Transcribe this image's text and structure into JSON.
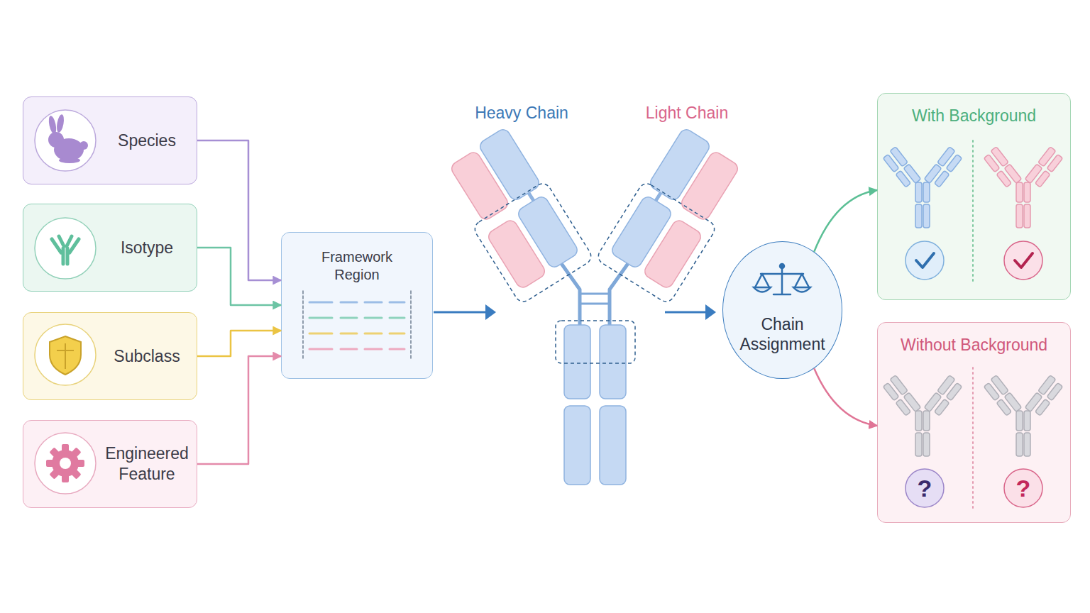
{
  "diagram": {
    "nodes": [
      {
        "text": [
          "Species"
        ]
      },
      {
        "text": [
          "Isotype"
        ]
      },
      {
        "text": [
          "Subclass"
        ]
      },
      {
        "text": [
          "Engineered Feature"
        ]
      },
      {
        "text": [
          "Framework Region"
        ]
      },
      {
        "text": [
          "Chain Assignment"
        ]
      },
      {
        "text": [
          "With Background"
        ]
      },
      {
        "text": [
          "Without Background"
        ]
      }
    ],
    "edges": [
      {
        "from": 0,
        "to": 4,
        "arrow": "to"
      },
      {
        "from": 1,
        "to": 4,
        "arrow": "to"
      },
      {
        "from": 2,
        "to": 4,
        "arrow": "to"
      },
      {
        "from": 3,
        "to": 4,
        "arrow": "to"
      },
      {
        "from": 5,
        "to": 6,
        "arrow": "to"
      },
      {
        "from": 5,
        "to": 7,
        "arrow": "to"
      }
    ],
    "labels": [
      "Heavy Chain",
      "Light Chain",
      "?",
      "?"
    ]
  }
}
